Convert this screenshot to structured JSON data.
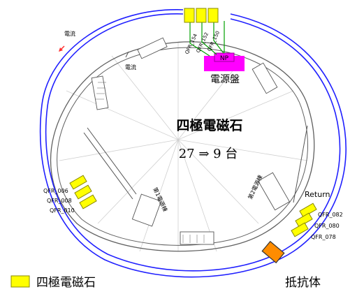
{
  "title": "四極電磁石",
  "subtitle": "27 ⇒ 9 台",
  "labels": {
    "current_outer": "電流",
    "current_inner": "電流",
    "power_supply_panel": "電源盤",
    "np": "NP",
    "return": "Return",
    "building_1": "第1電源棟",
    "building_2": "第2電源棟"
  },
  "quad_groups": {
    "top": [
      "QFR_154",
      "QFR_152",
      "QFR_150"
    ],
    "left": [
      "QFR_006",
      "QFR_008",
      "QFR_010"
    ],
    "right": [
      "QFR_082",
      "QFR_080",
      "QFR_078"
    ]
  },
  "legend": {
    "quad_label": "四極電磁石",
    "resistor_label": "抵抗体"
  },
  "colors": {
    "quad_magnet": "#ffff00",
    "power_panel": "#ff00ff",
    "resistor": "#ff8c00",
    "cable": "#2020ff",
    "return_text": "#ff0000",
    "feed_wires": "#00a000"
  }
}
